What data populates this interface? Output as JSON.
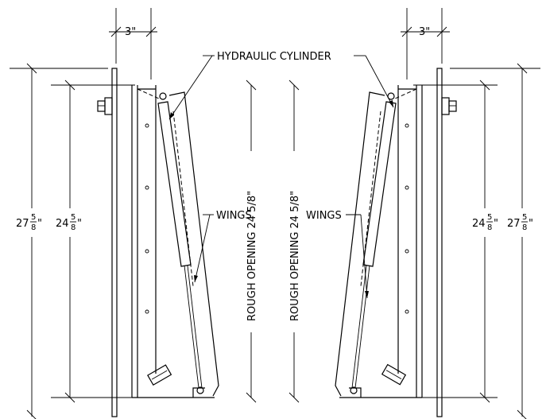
{
  "labels": {
    "hydraulic_cylinder": "HYDRAULIC CYLINDER",
    "wings": "WINGS",
    "rough_opening": "ROUGH OPENING 24 5/8\"",
    "clearance": "3\""
  },
  "dimensions": {
    "outer": {
      "whole": "27",
      "num": "5",
      "den": "8",
      "unit": "\""
    },
    "inner": {
      "whole": "24",
      "num": "5",
      "den": "8",
      "unit": "\""
    }
  }
}
